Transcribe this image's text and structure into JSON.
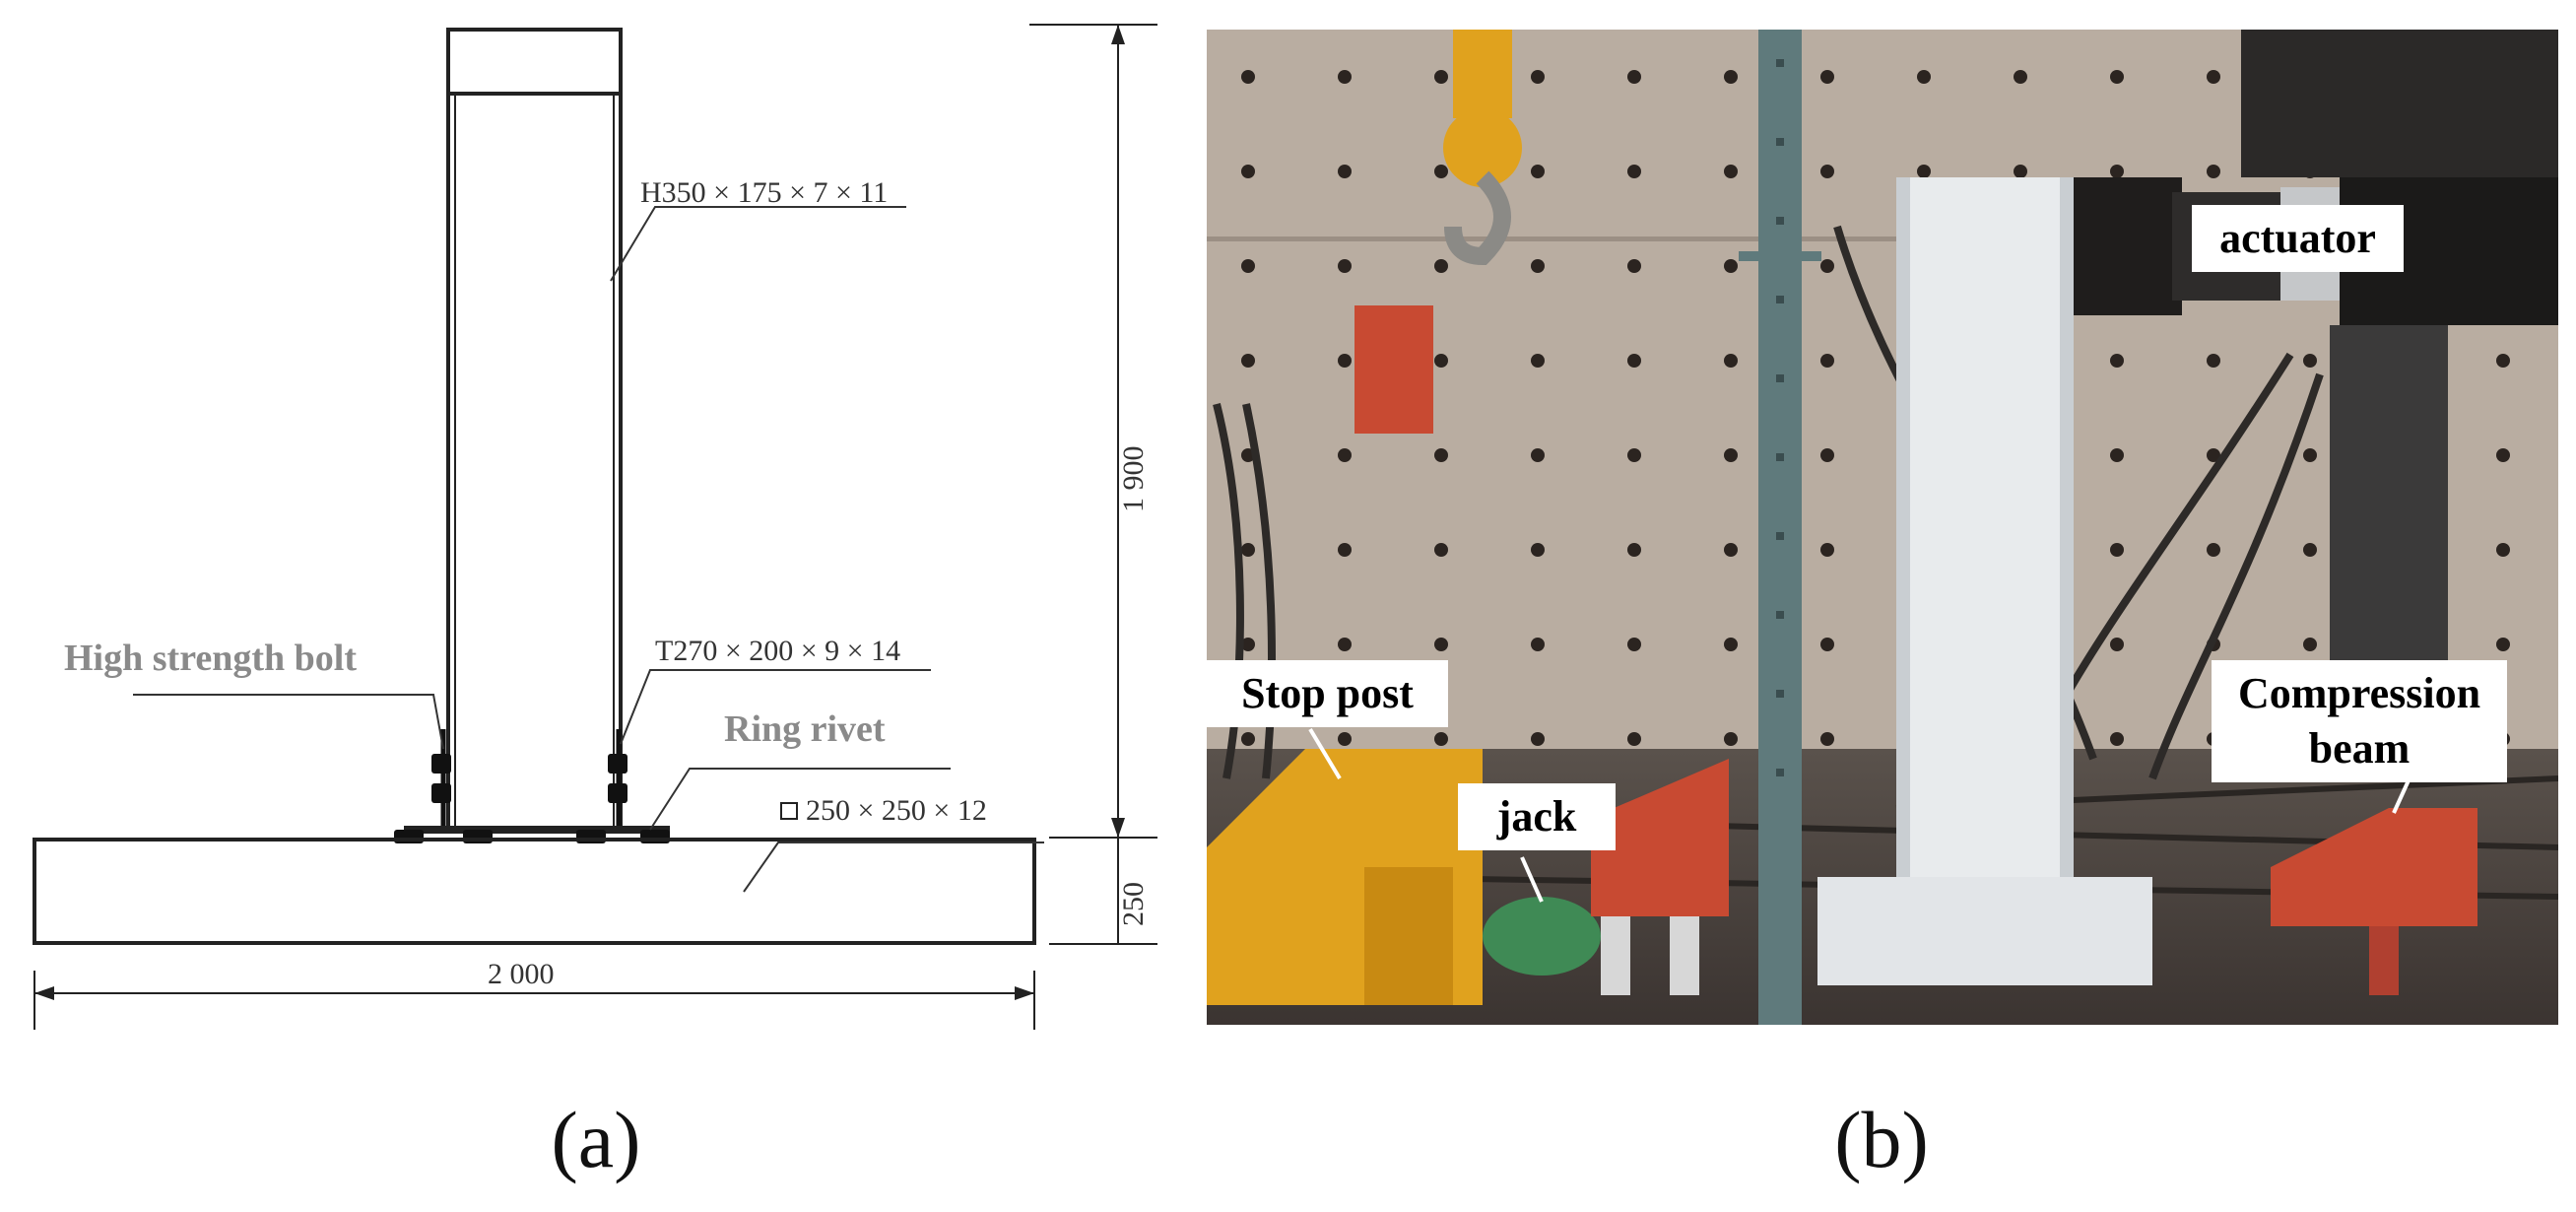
{
  "panel_a": {
    "section_label": "H350 × 175 × 7 × 11",
    "tee_label": "T270 × 200 × 9 × 14",
    "bolt_label": "High strength bolt",
    "rivet_label": "Ring rivet",
    "base_label": "250 × 250 × 12",
    "height_dim": "1 900",
    "base_height_dim": "250",
    "width_dim": "2 000",
    "caption": "(a)"
  },
  "panel_b": {
    "actuator_label": "actuator",
    "stop_post_label": "Stop post",
    "jack_label": "jack",
    "compression_beam_line1": "Compression",
    "compression_beam_line2": "beam",
    "caption": "(b)"
  },
  "colors": {
    "wall": "#b9ada1",
    "steel_red": "#c84a32",
    "stop_post_yellow": "#e0a21e",
    "jack_green": "#3f8a55",
    "column_white": "#e8ebed",
    "post_teal": "#5f7a7c"
  }
}
